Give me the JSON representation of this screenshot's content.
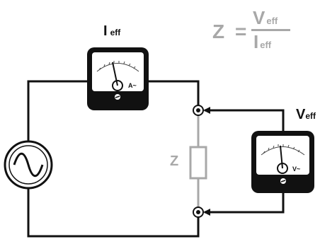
{
  "formula": {
    "lhs": "Z",
    "equals": "=",
    "numerator": "V",
    "numerator_sub": "eff",
    "denominator": "I",
    "denominator_sub": "eff"
  },
  "ammeter": {
    "label_main": "I",
    "label_sub": "eff",
    "unit_mark": "A~"
  },
  "voltmeter": {
    "label_main": "V",
    "label_sub": "eff",
    "unit_mark": "V~"
  },
  "impedance": {
    "label": "Z"
  },
  "colors": {
    "wire": "#111111",
    "impedance_gray": "#a8a8a8",
    "meter_body": "#111111",
    "meter_face": "#ffffff"
  },
  "icons": {
    "source": "ac-source-icon",
    "ammeter": "ammeter-icon",
    "voltmeter": "voltmeter-icon",
    "resistor": "impedance-box-icon"
  }
}
